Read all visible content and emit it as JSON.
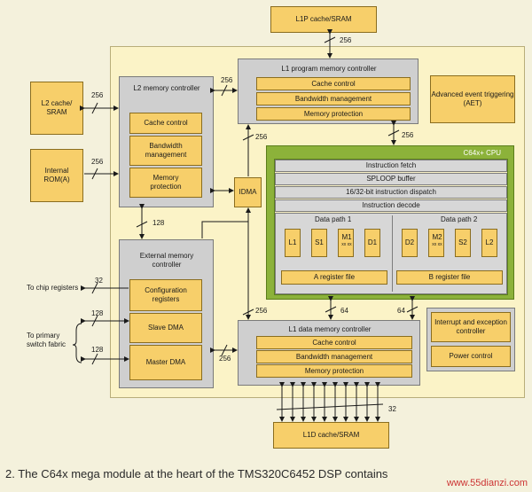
{
  "blocks": {
    "l1p_cache": "L1P cache/SRAM",
    "l1p_controller": "L1 program memory controller",
    "l1p_items": [
      "Cache control",
      "Bandwidth management",
      "Memory protection"
    ],
    "aet": "Advanced event triggering (AET)",
    "l2_cache": "L2 cache/ SRAM",
    "internal_rom": "Internal ROM(A)",
    "l2_controller": "L2 memory controller",
    "l2_items": [
      "Cache control",
      "Bandwidth management",
      "Memory protection"
    ],
    "idma": "IDMA",
    "cpu_title": "C64x+ CPU",
    "cpu_rows": [
      "Instruction fetch",
      "SPLOOP buffer",
      "16/32-bit instruction dispatch",
      "Instruction decode"
    ],
    "data_path_1": "Data path 1",
    "data_path_2": "Data path 2",
    "units_1": [
      "L1",
      "S1",
      "M1",
      "D1"
    ],
    "units_2": [
      "D2",
      "M2",
      "S2",
      "L2"
    ],
    "unit_sub": "xx xx",
    "a_regfile": "A register file",
    "b_regfile": "B register file",
    "ext_controller": "External memory controller",
    "ext_items": [
      "Configuration registers",
      "Slave DMA",
      "Master DMA"
    ],
    "interrupt_ctrl": "Interrupt and exception controller",
    "power_ctrl": "Power control",
    "l1d_controller": "L1 data memory controller",
    "l1d_items": [
      "Cache control",
      "Bandwidth management",
      "Memory protection"
    ],
    "l1d_cache": "L1D cache/SRAM"
  },
  "bus_widths": {
    "l1p": "256",
    "l2_cache": "256",
    "rom": "256",
    "l2_to_l1p": "256",
    "l1p_to_cpu": "256",
    "l2_to_idma": "256",
    "ext_128": "128",
    "chip_32": "32",
    "switch_128a": "128",
    "switch_128b": "128",
    "ext_256": "256",
    "l1d_256": "256",
    "cpu_64a": "64",
    "cpu_64b": "64",
    "l1d_32": "32"
  },
  "external_labels": {
    "chip_registers": "To chip registers",
    "primary_switch": "To primary switch fabric"
  },
  "caption": "2. The C64x mega module at the heart of the TMS320C6452 DSP contains",
  "watermark": "www.55dianzi.com",
  "colors": {
    "cpu_green": "#8cb23a",
    "cpu_dark": "#5b7d1c",
    "orange": "#f7cf6a",
    "cream": "#fbf3c7",
    "gray": "#cfcfcf"
  }
}
